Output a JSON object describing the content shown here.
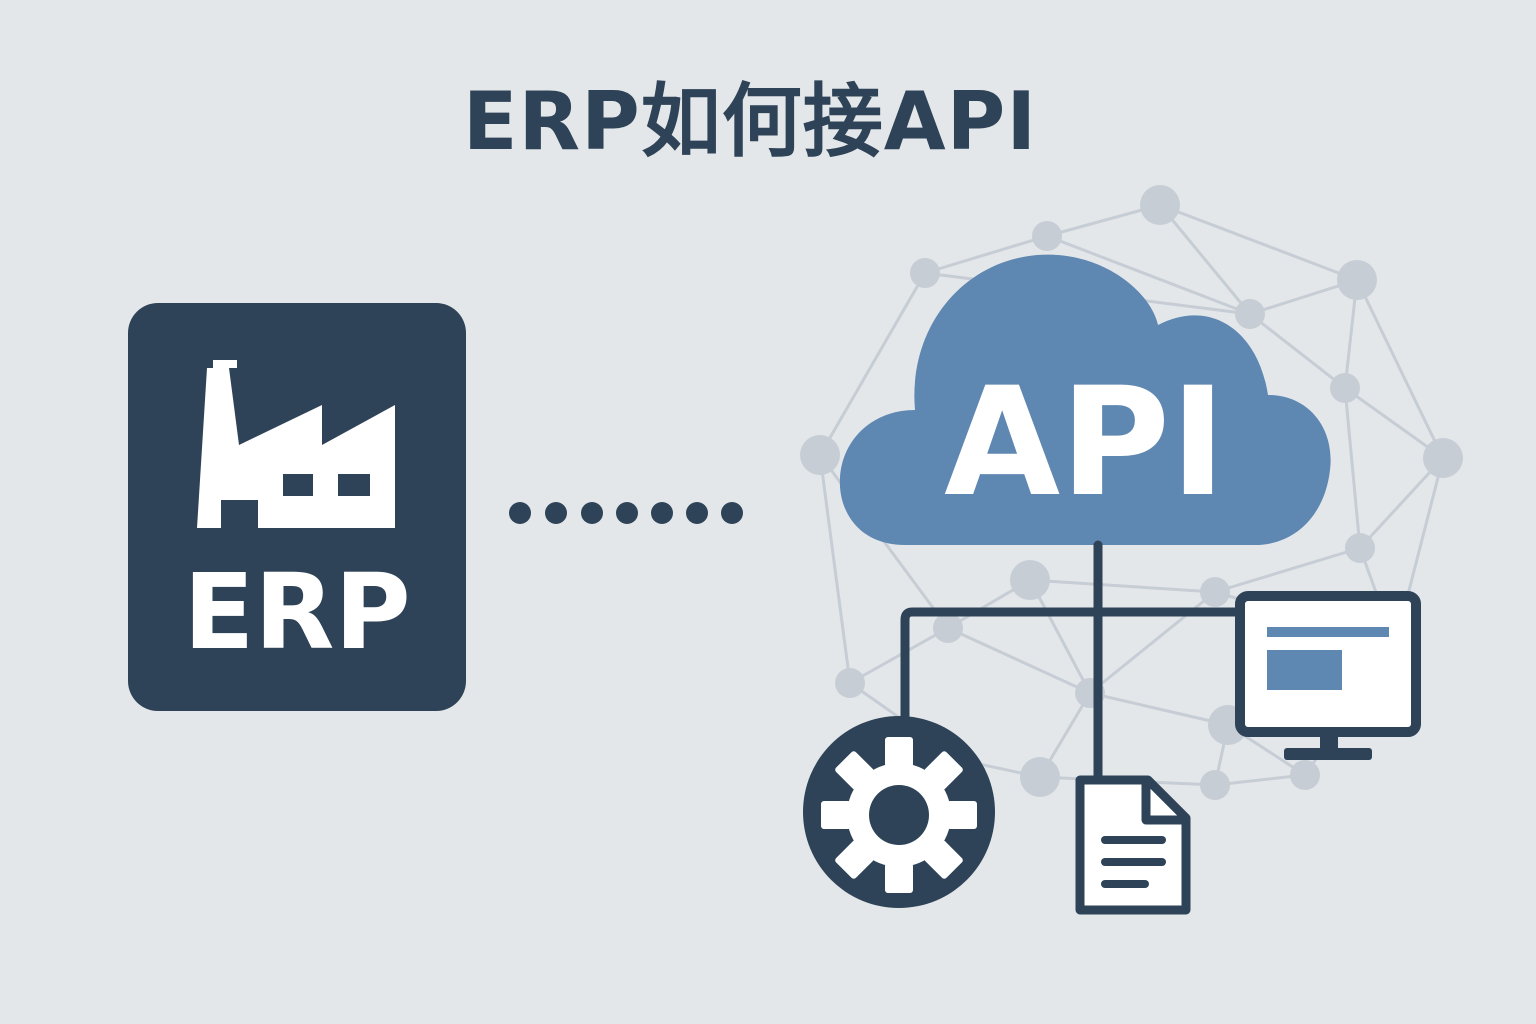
{
  "title": "ERP如何接API",
  "erp": {
    "label": "ERP",
    "icon": "factory-icon",
    "color": "#2e4357"
  },
  "connector": {
    "dot_count": 7,
    "icon": "dotted-connector"
  },
  "api": {
    "label": "API",
    "icon": "cloud-icon",
    "cloud_color": "#5e87b2",
    "network_icon": "network-mesh-icon"
  },
  "endpoints": [
    {
      "icon": "gear-icon"
    },
    {
      "icon": "document-icon"
    },
    {
      "icon": "monitor-icon"
    }
  ],
  "colors": {
    "background": "#e4e7ea",
    "dark": "#2e4357",
    "network": "#c8cfd7",
    "accent": "#5e87b2"
  }
}
